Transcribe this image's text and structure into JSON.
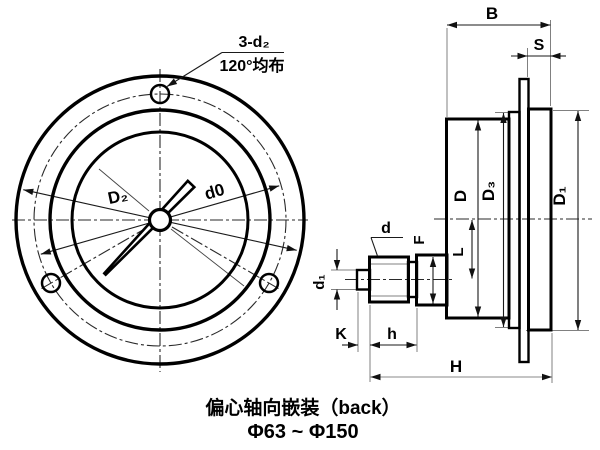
{
  "front": {
    "callout1": "3-d₂",
    "callout2": "120°均布",
    "d2": "D₂",
    "d0": "d0"
  },
  "side": {
    "B": "B",
    "S": "S",
    "D": "D",
    "D3": "D₃",
    "D1": "D₁",
    "d": "d",
    "F": "F",
    "L": "L",
    "d1": "d₁",
    "K": "K",
    "h": "h",
    "H": "H"
  },
  "caption": {
    "line1": "偏心轴向嵌装（back）",
    "line2": "Φ63 ~ Φ150"
  },
  "colors": {
    "ink": "#000000",
    "bg": "#ffffff",
    "dim": "#1a1a1a",
    "ext": "#808080"
  }
}
